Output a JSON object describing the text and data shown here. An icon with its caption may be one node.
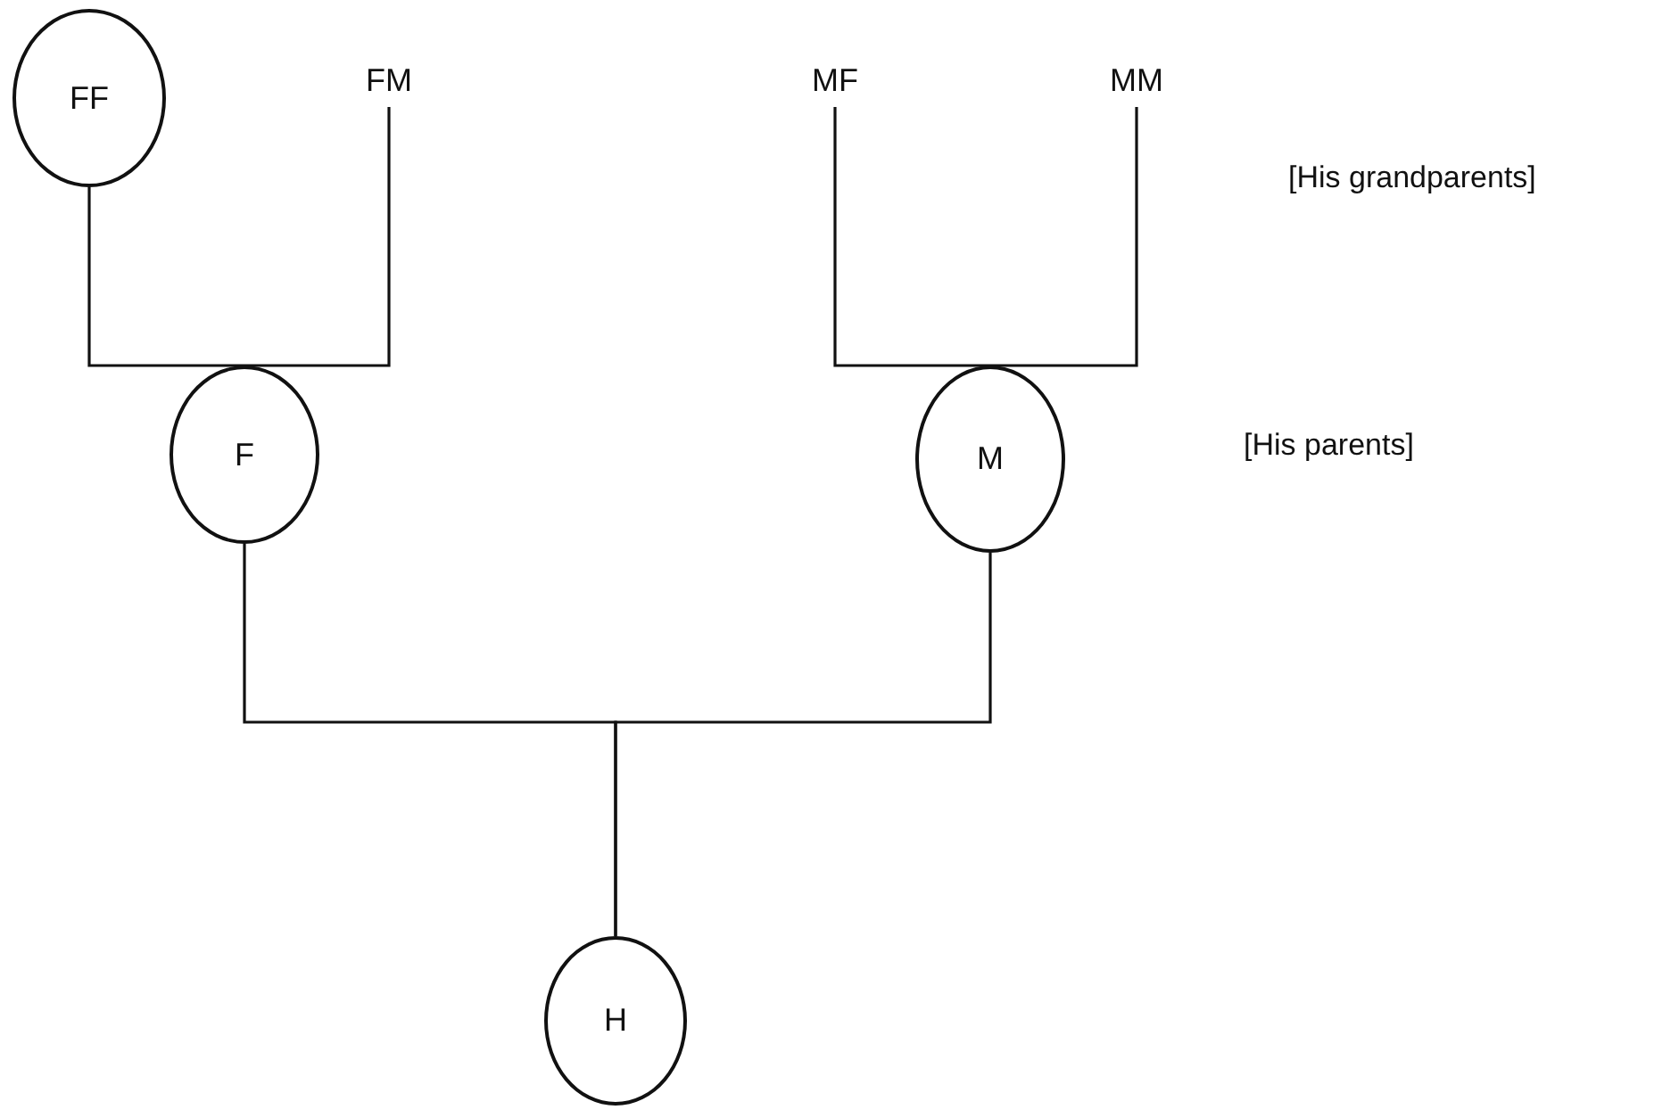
{
  "diagram": {
    "nodes": [
      {
        "text": [
          "FF"
        ]
      },
      {
        "text": [
          "FM"
        ]
      },
      {
        "text": [
          "MF"
        ]
      },
      {
        "text": [
          "MM"
        ]
      },
      {
        "text": [
          "F"
        ]
      },
      {
        "text": [
          "M"
        ]
      },
      {
        "text": [
          "H"
        ]
      }
    ],
    "edges": [
      {
        "from": 0,
        "to": 4,
        "arrow": "none"
      },
      {
        "from": 1,
        "to": 4,
        "arrow": "none"
      },
      {
        "from": 2,
        "to": 5,
        "arrow": "none"
      },
      {
        "from": 3,
        "to": 5,
        "arrow": "none"
      },
      {
        "from": 4,
        "to": 6,
        "arrow": "none"
      },
      {
        "from": 5,
        "to": 6,
        "arrow": "none"
      }
    ],
    "labels": [
      "[His grandparents]",
      "[His parents]"
    ]
  }
}
